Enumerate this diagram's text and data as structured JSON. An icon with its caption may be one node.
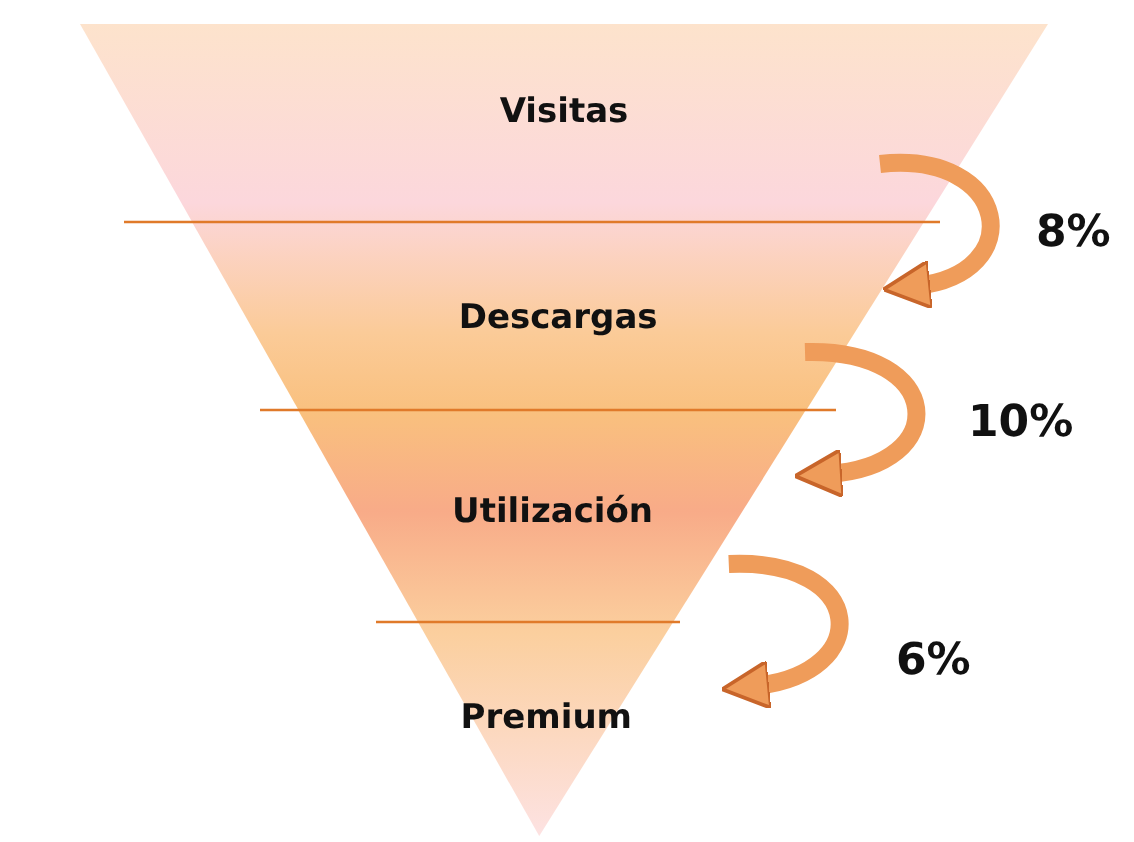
{
  "diagram": {
    "nodes": [
      {
        "text": [
          "Visitas"
        ]
      },
      {
        "text": [
          "Descargas"
        ]
      },
      {
        "text": [
          "Utilización"
        ]
      },
      {
        "text": [
          "Premium"
        ]
      }
    ],
    "edges": [
      {
        "from": 0,
        "to": 1,
        "arrow": "to",
        "label": "8%"
      },
      {
        "from": 1,
        "to": 2,
        "arrow": "to",
        "label": "10%"
      },
      {
        "from": 2,
        "to": 3,
        "arrow": "to",
        "label": "6%"
      }
    ]
  }
}
